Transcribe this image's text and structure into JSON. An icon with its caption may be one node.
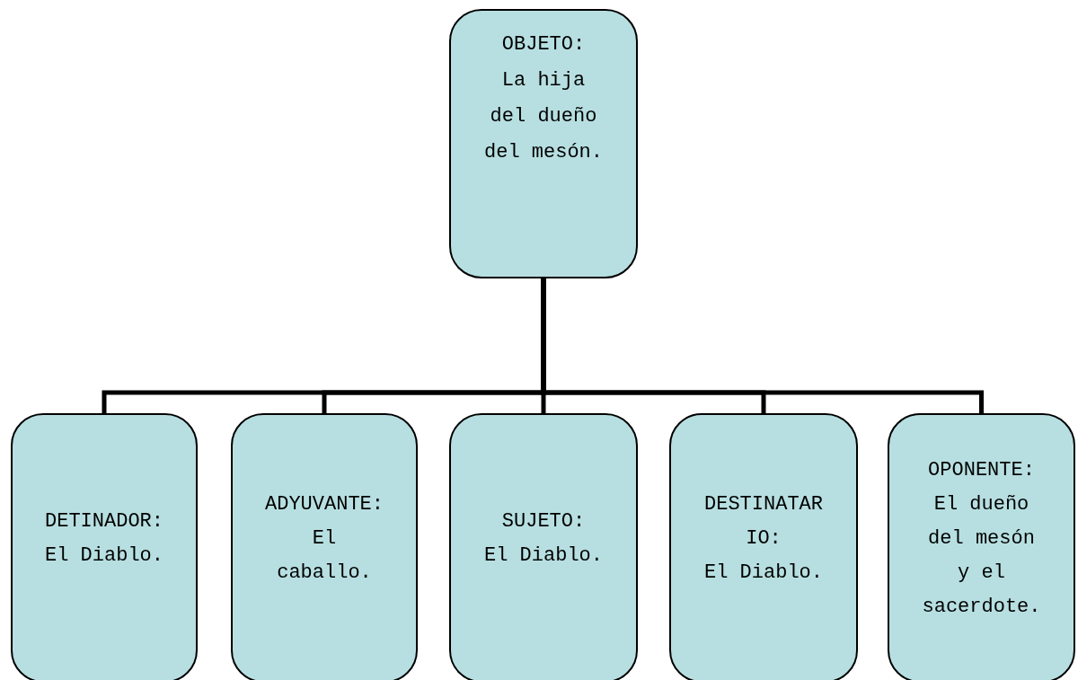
{
  "diagram": {
    "nodes": [
      {
        "text": [
          "OBJETO:",
          "La hija del dueño del mesón."
        ]
      },
      {
        "text": [
          "DETINADOR:",
          "El Diablo."
        ]
      },
      {
        "text": [
          "ADYUVANTE:",
          "El caballo."
        ]
      },
      {
        "text": [
          "SUJETO:",
          "El Diablo."
        ]
      },
      {
        "text": [
          "DESTINATARIO:",
          "El Diablo."
        ]
      },
      {
        "text": [
          "OPONENTE:",
          "El dueño del mesón y el sacerdote."
        ]
      }
    ],
    "edges": [
      {
        "from": 0,
        "to": 1,
        "arrow": "none"
      },
      {
        "from": 0,
        "to": 2,
        "arrow": "none"
      },
      {
        "from": 0,
        "to": 3,
        "arrow": "none"
      },
      {
        "from": 0,
        "to": 4,
        "arrow": "none"
      },
      {
        "from": 0,
        "to": 5,
        "arrow": "none"
      }
    ]
  }
}
